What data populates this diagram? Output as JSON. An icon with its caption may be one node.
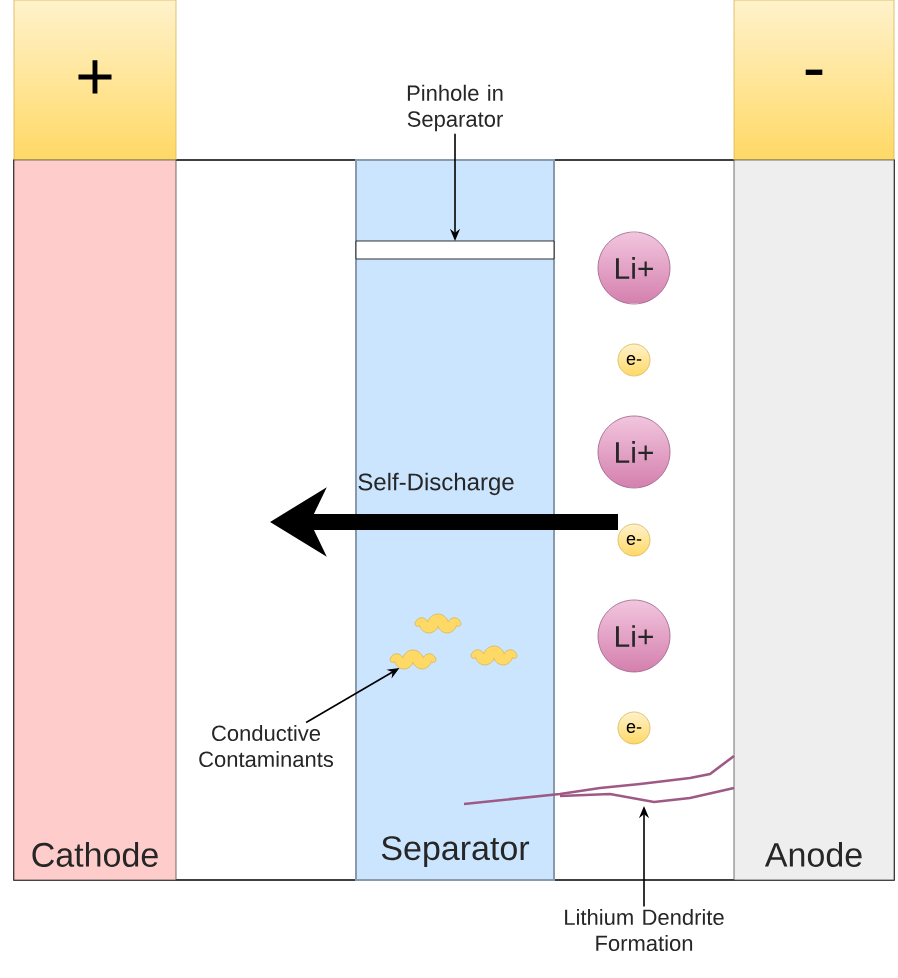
{
  "diagram": {
    "nodes": [
      {
        "text": [
          "+"
        ]
      },
      {
        "text": [
          "-"
        ]
      },
      {
        "text": [
          "Cathode"
        ]
      },
      {
        "text": [
          "Separator"
        ]
      },
      {
        "text": [
          "Anode"
        ]
      },
      {
        "text": [],
        "shape": "box",
        "in": 3
      },
      {
        "text": [
          "Li+"
        ]
      },
      {
        "text": [
          "e-"
        ]
      },
      {
        "text": [
          "Li+"
        ]
      },
      {
        "text": [
          "e-"
        ]
      },
      {
        "text": [
          "Li+"
        ]
      },
      {
        "text": [
          "e-"
        ]
      },
      {
        "text": [
          "Pinhole in Separator"
        ]
      },
      {
        "text": [
          "Conductive Contaminants"
        ]
      },
      {
        "text": [],
        "shape": "cloud",
        "in": 3
      },
      {
        "text": [],
        "shape": "cloud",
        "in": 3
      },
      {
        "text": [],
        "shape": "cloud",
        "in": 3
      },
      {
        "text": [
          "Lithium Dendrite Formation"
        ]
      },
      {
        "text": [],
        "shape": "line"
      }
    ],
    "edges": [
      {
        "from": 12,
        "to": 5,
        "arrow": "to"
      },
      {
        "from": 13,
        "to": 14,
        "arrow": "to"
      },
      {
        "from": 17,
        "to": 18,
        "arrow": "to"
      },
      {
        "from": 9,
        "to": null,
        "arrow": "to",
        "label": "Self-Discharge",
        "style": "thick"
      }
    ]
  }
}
